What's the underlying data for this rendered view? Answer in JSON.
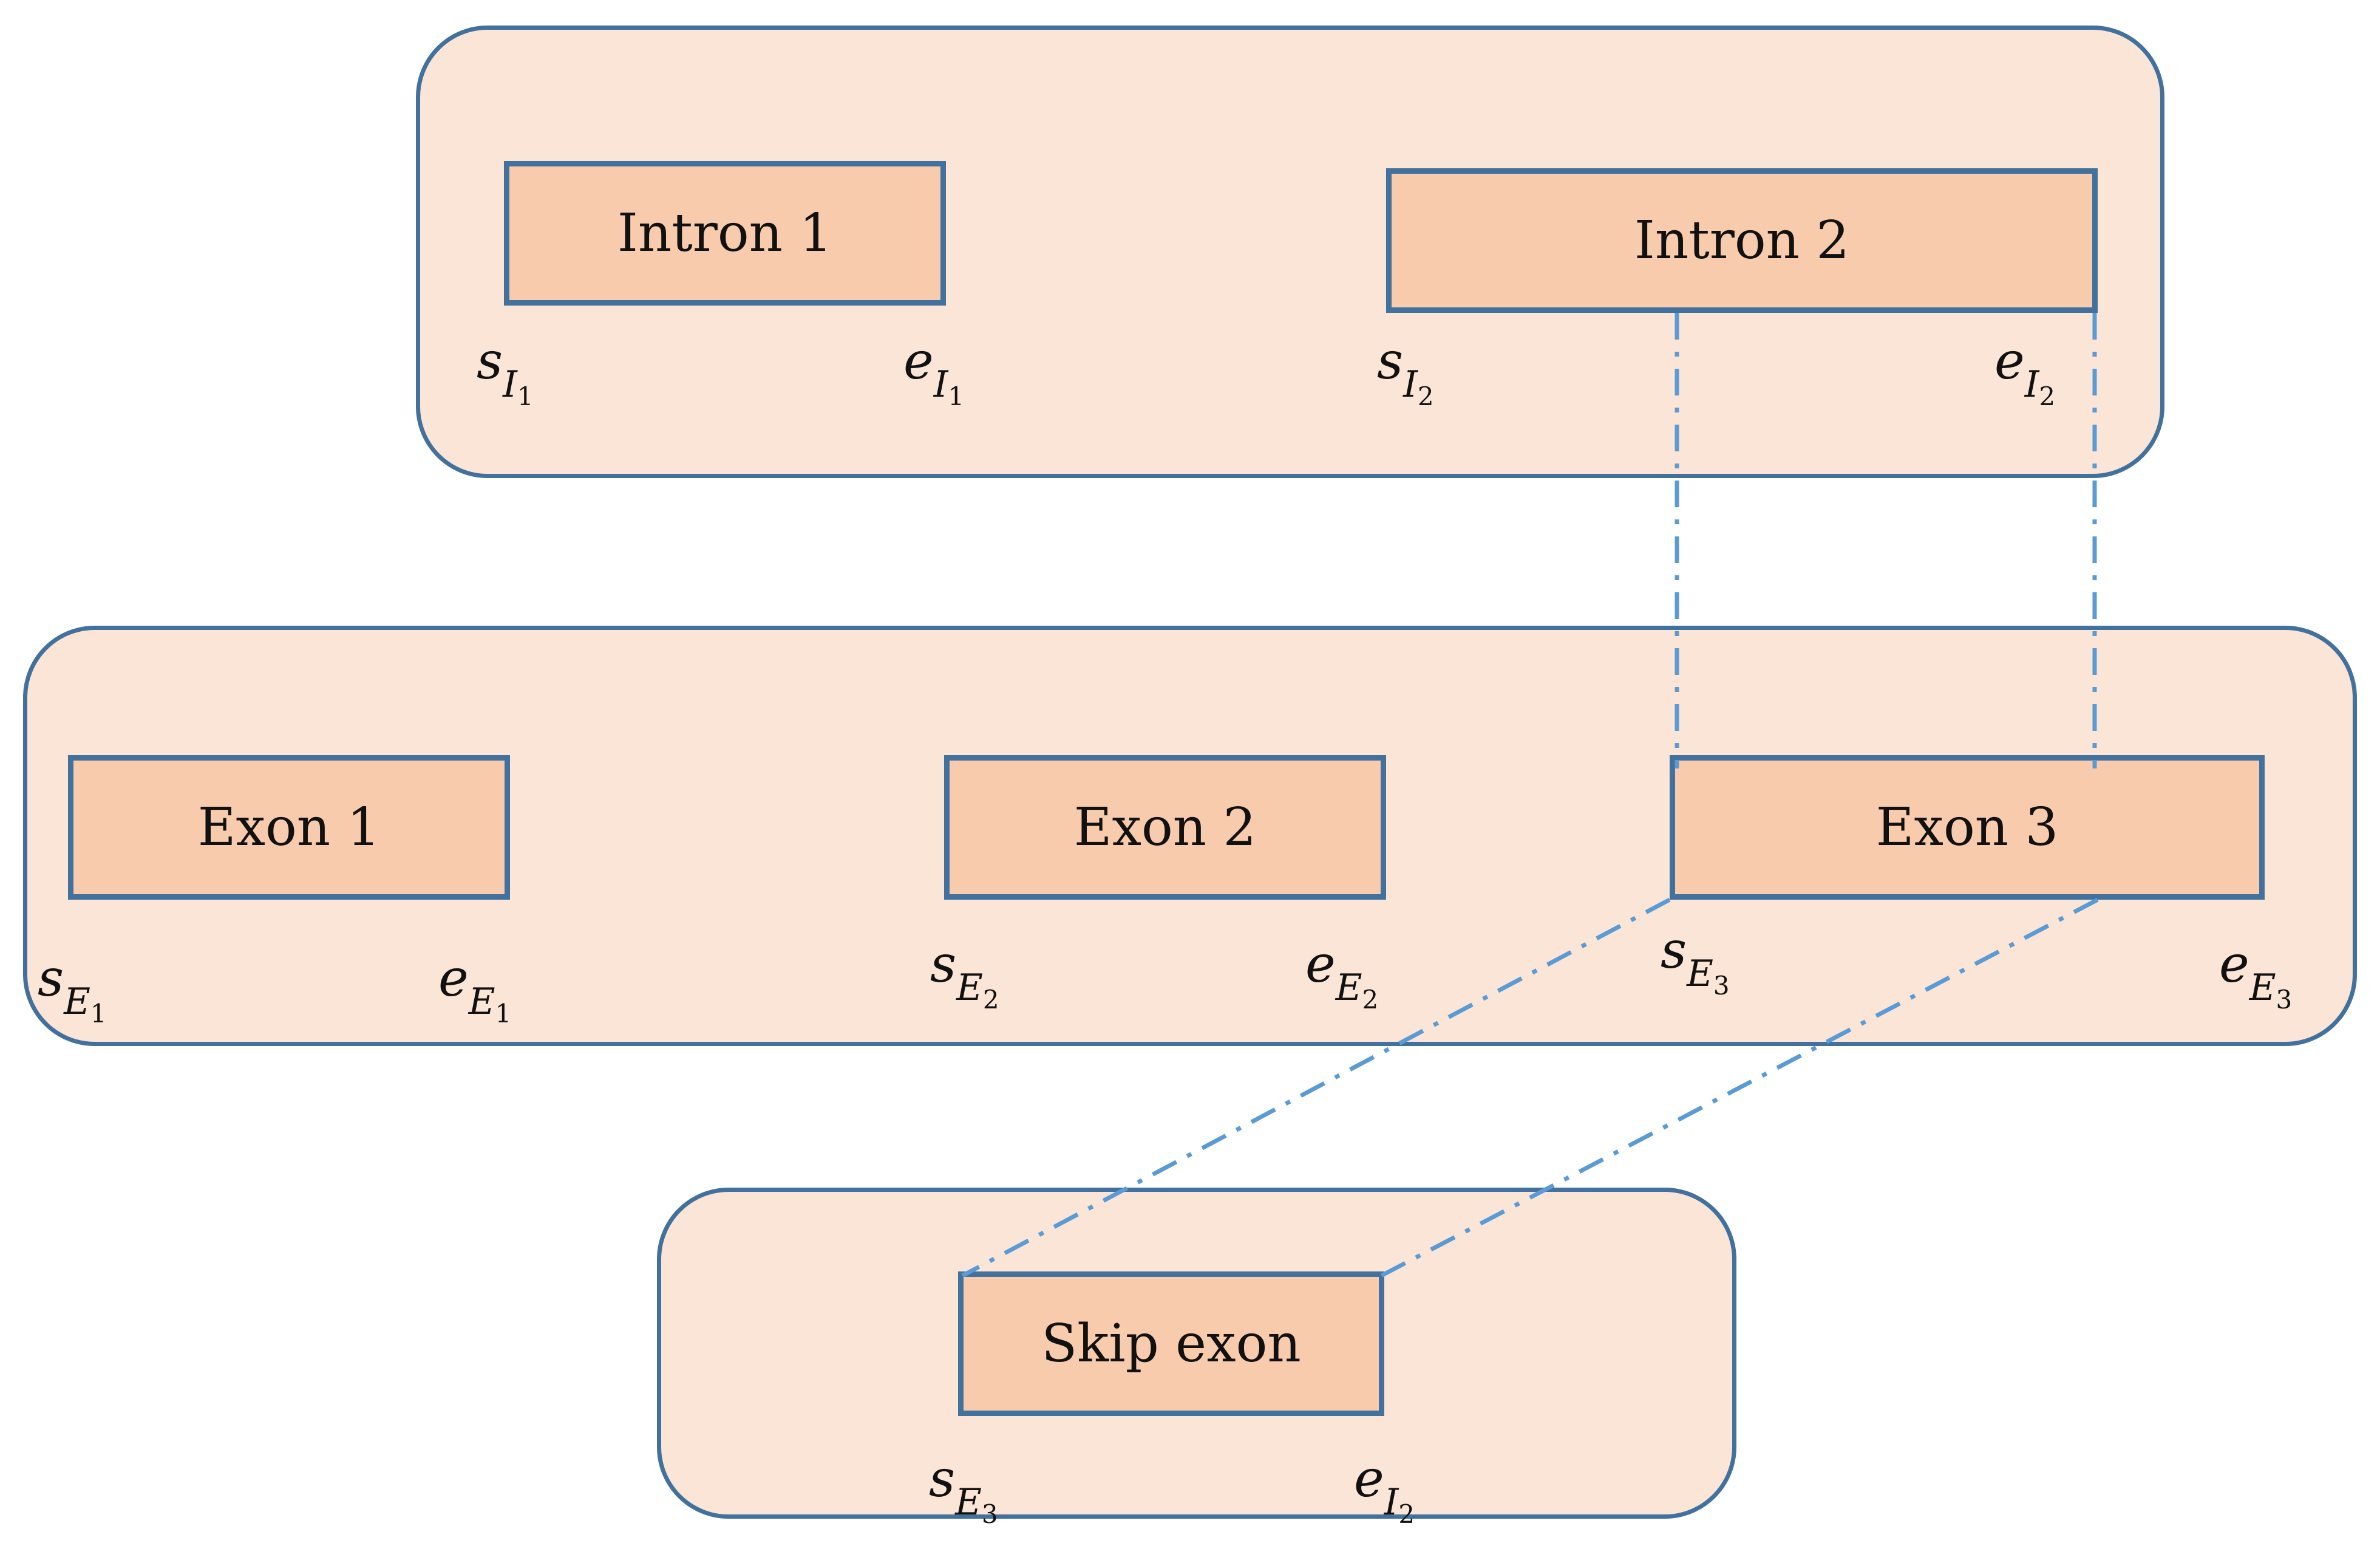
{
  "colors": {
    "panel_fill": "#fae5d7",
    "box_fill": "#f8cbad",
    "border": "#41719c",
    "connector": "#5b9bd5"
  },
  "icons": [
    "dash-dot-connector"
  ],
  "introns": {
    "intron1": {
      "label": "Intron 1",
      "start": {
        "var": "s",
        "sub": "I",
        "idx": "1"
      },
      "end": {
        "var": "e",
        "sub": "I",
        "idx": "1"
      }
    },
    "intron2": {
      "label": "Intron 2",
      "start": {
        "var": "s",
        "sub": "I",
        "idx": "2"
      },
      "end": {
        "var": "e",
        "sub": "I",
        "idx": "2"
      }
    }
  },
  "exons": {
    "exon1": {
      "label": "Exon 1",
      "start": {
        "var": "s",
        "sub": "E",
        "idx": "1"
      },
      "end": {
        "var": "e",
        "sub": "E",
        "idx": "1"
      }
    },
    "exon2": {
      "label": "Exon 2",
      "start": {
        "var": "s",
        "sub": "E",
        "idx": "2"
      },
      "end": {
        "var": "e",
        "sub": "E",
        "idx": "2"
      }
    },
    "exon3": {
      "label": "Exon 3",
      "start": {
        "var": "s",
        "sub": "E",
        "idx": "3"
      },
      "end": {
        "var": "e",
        "sub": "E",
        "idx": "3"
      }
    }
  },
  "skip": {
    "label": "Skip exon",
    "start": {
      "var": "s",
      "sub": "E",
      "idx": "3"
    },
    "end": {
      "var": "e",
      "sub": "I",
      "idx": "2"
    }
  }
}
